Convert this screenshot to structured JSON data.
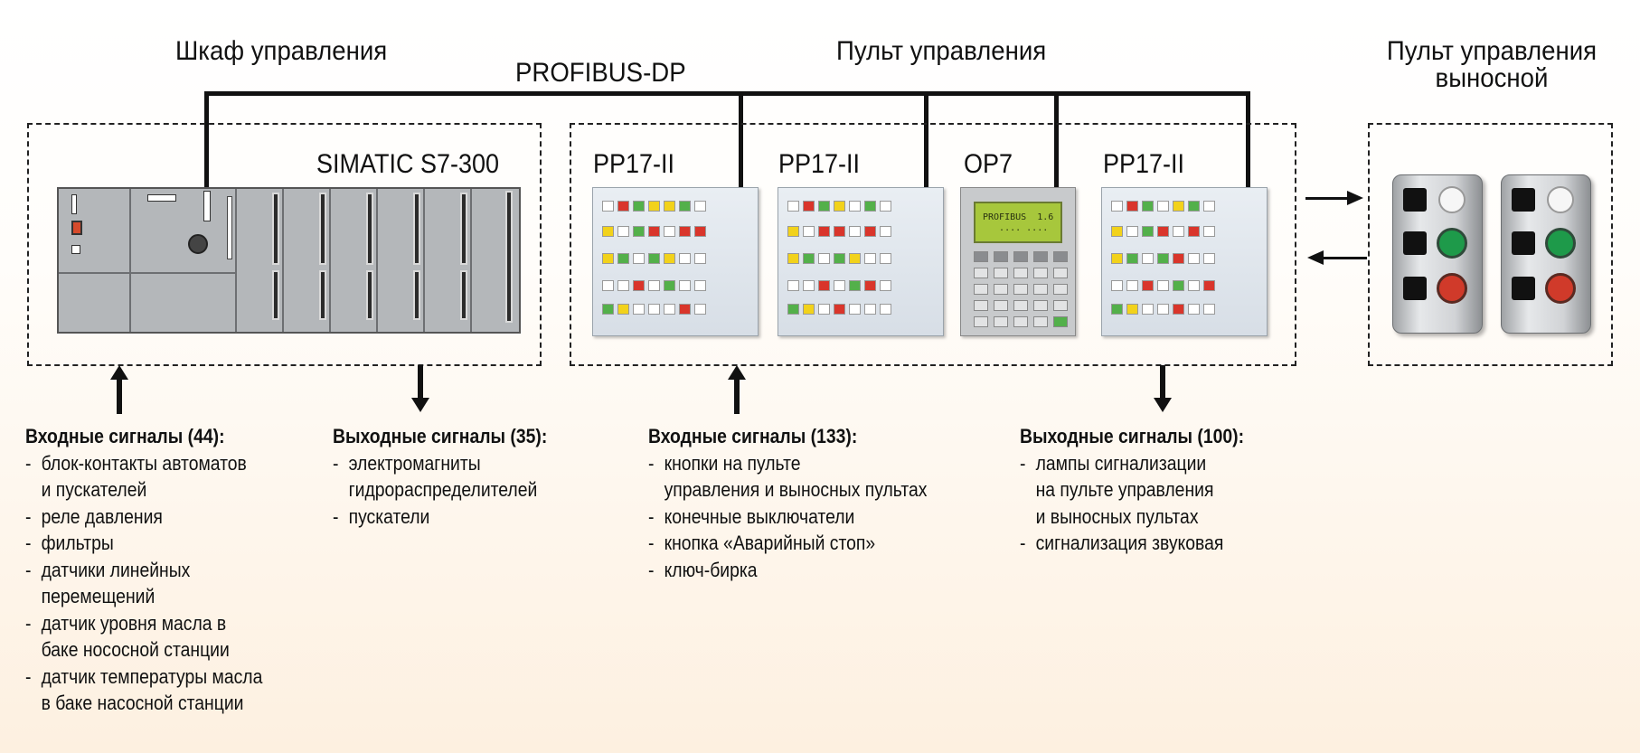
{
  "labels": {
    "cabinet": "Шкаф управления",
    "console": "Пульт управления",
    "remote_line1": "Пульт управления",
    "remote_line2": "выносной",
    "bus": "PROFIBUS-DP",
    "plc": "SIMATIC S7-300",
    "pp1": "PP17-II",
    "pp2": "PP17-II",
    "op7": "OP7",
    "pp3": "PP17-II",
    "op7_screen": "PROFIBUS  1.6\n   .... ...."
  },
  "signals": [
    {
      "title": "Входные сигналы (44):",
      "items": [
        "блок-контакты автоматов\nи пускателей",
        "реле давления",
        "фильтры",
        "датчики линейных\nперемещений",
        "датчик уровня масла в\nбаке нососной станции",
        "датчик температуры масла\nв баке насосной станции"
      ]
    },
    {
      "title": "Выходные сигналы (35):",
      "items": [
        "электромагниты\nгидрораспределителей",
        "пускатели"
      ]
    },
    {
      "title": "Входные сигналы (133):",
      "items": [
        "кнопки на пульте\nуправления и выносных пультах",
        "конечные выключатели",
        "кнопка «Аварийный стоп»",
        "ключ-бирка"
      ]
    },
    {
      "title": "Выходные сигналы (100):",
      "items": [
        "лампы сигнализации\nна пульте управления\nи выносных пультах",
        "сигнализация звуковая"
      ]
    }
  ],
  "colors": {
    "key_red": "#d9352b",
    "key_green": "#53b04a",
    "key_yellow": "#f2d21b",
    "key_white": "#f4f4f4",
    "plc_body": "#b4b7ba",
    "lcd": "#a7c73c"
  },
  "icons": [
    "plc-rack-icon",
    "operator-panel-icon",
    "text-display-icon",
    "pushbutton-station-icon"
  ]
}
